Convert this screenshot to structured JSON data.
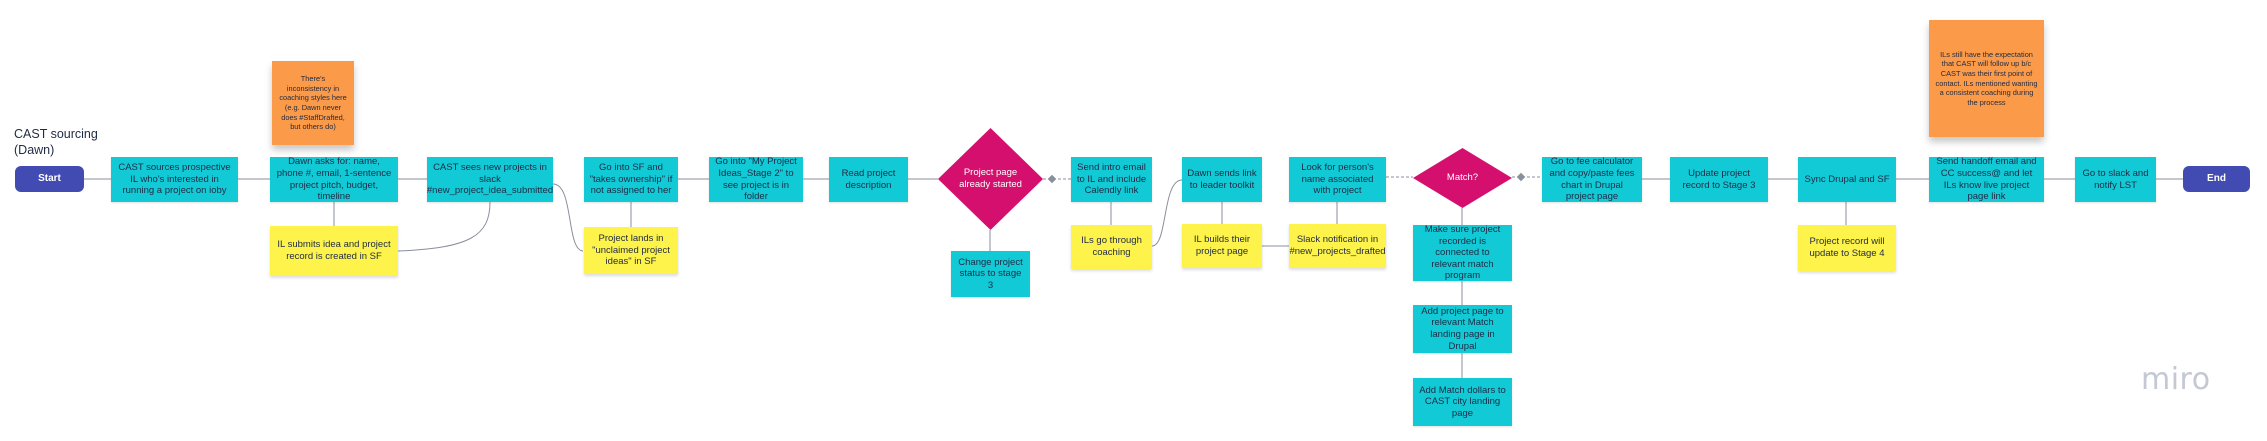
{
  "board": {
    "title_line1": "CAST sourcing",
    "title_line2": "(Dawn)",
    "watermark": "miro"
  },
  "colors": {
    "process": "#12cad6",
    "note": "#fdf34a",
    "comment": "#fb9a48",
    "decision": "#d40f6d",
    "terminal": "#414bb2",
    "connector": "#8a8f9c"
  },
  "nodes": {
    "start": "Start",
    "cast_sources": "CAST sources prospective IL who's interested in running a project on ioby",
    "dawn_asks": "Dawn asks for: name, phone #, email, 1-sentence project pitch, budget, timeline",
    "il_submits": "IL submits idea and project record is created in SF",
    "inconsistency": "There's inconsistency in coaching styles here (e.g. Dawn never does #StaffDrafted, but others do)",
    "cast_sees": "CAST sees new projects in slack #new_project_idea_submitted",
    "go_sf": "Go into SF and \"takes ownership\" if not assigned to her",
    "project_lands": "Project lands in \"unclaimed project ideas\" in SF",
    "go_my_project": "Go into \"My Project Ideas_Stage 2\" to see project is in folder",
    "read_project": "Read project description",
    "page_started": "Project page already started",
    "change_status": "Change project status to stage 3",
    "send_intro": "Send intro email to IL and include Calendly link",
    "ils_coaching": "ILs go through coaching",
    "dawn_sends": "Dawn sends link to leader toolkit",
    "il_builds": "IL builds their project page",
    "look_for": "Look for person's name associated with project",
    "slack_notification": "Slack notification in #new_projects_drafted",
    "match": "Match?",
    "make_sure": "Make sure project recorded is connected to relevant match program",
    "add_project_page": "Add project page to relevant Match landing page in Drupal",
    "add_match_dollars": "Add Match dollars to CAST city landing page",
    "fee_calculator": "Go to fee calculator and copy/paste fees chart in Drupal project page",
    "update_stage3": "Update project record to Stage 3",
    "sync_drupal": "Sync Drupal and SF",
    "update_stage4": "Project record will update to Stage 4",
    "ils_expectation": "ILs still have the expectation that CAST will follow up b/c CAST was their first point of contact. ILs mentioned wanting a consistent coaching during the process",
    "send_handoff": "Send handoff email and CC success@ and let ILs know live project page link",
    "go_slack": "Go to slack and notify LST",
    "end": "End"
  }
}
